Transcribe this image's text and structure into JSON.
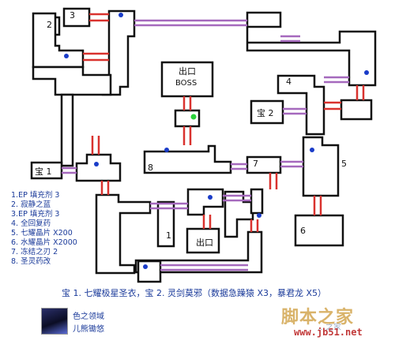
{
  "map": {
    "rooms": {
      "r1": "1",
      "r2": "2",
      "r3": "3",
      "r4": "4",
      "r5": "5",
      "r6": "6",
      "r7": "7",
      "r8": "8"
    },
    "exit_top": "出口",
    "boss": "BOSS",
    "exit_bottom": "出口",
    "treasure1": "宝 1",
    "treasure2": "宝 2"
  },
  "legend": [
    "1.EP 填充剂 3",
    "2. 寂静之蓝",
    "3.EP 填充剂 3",
    "4. 全回复药",
    "5. 七耀晶片 X200",
    "6. 水耀晶片 X2000",
    "7. 冻结之刃 2",
    "8. 圣灵药改"
  ],
  "caption": "宝 1. 七耀极星圣衣，宝 2. 灵剑莫邪（数据急躁猿 X3，暴君龙 X5）",
  "author": {
    "line1": "色之领域",
    "line2": "儿熊锄悠"
  },
  "watermark": {
    "main": "脚本之家",
    "url": "www.jb51.net",
    "faded": "…之家"
  },
  "colors": {
    "wall": "#111111",
    "door_red": "#d9322e",
    "door_purple": "#a569bd",
    "dot_blue": "#1a3cc8",
    "dot_green": "#2bd13a"
  }
}
